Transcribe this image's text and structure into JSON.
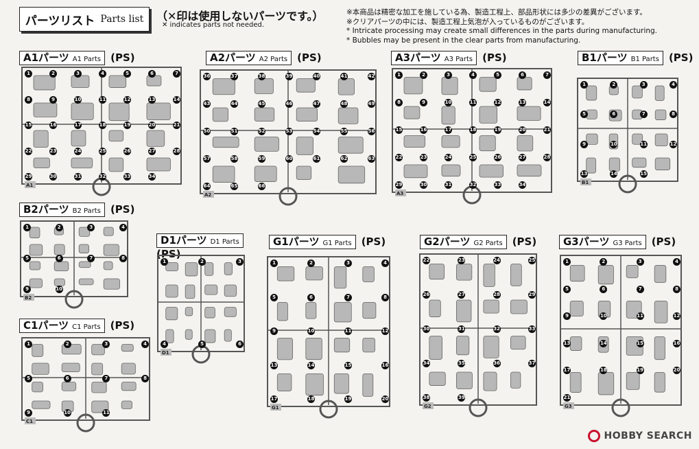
{
  "header": {
    "title_jp": "パーツリスト",
    "title_en": "Parts list",
    "note_jp": "（✕印は使用しないパーツです。）",
    "note_en": "✕ indicates parts not needed."
  },
  "notice": [
    "※本商品は精密な加工を施している為、製造工程上、部品形状には多少の差異がございます。",
    "※クリアパーツの中には、製造工程上気泡が入っているものがございます。",
    "* Intricate processing may create small differences in the parts during manufacturing.",
    "* Bubbles may be present in the clear parts from manufacturing."
  ],
  "sections": {
    "a1": {
      "jp": "A1パーツ",
      "en": "A1 Parts",
      "ps": "(PS)",
      "tag": "A1",
      "numbers": [
        "1",
        "2",
        "3",
        "4",
        "5",
        "6",
        "7",
        "8",
        "9",
        "10",
        "11",
        "12",
        "13",
        "14",
        "15",
        "16",
        "17",
        "18",
        "19",
        "20",
        "21",
        "22",
        "23",
        "24",
        "25",
        "26",
        "27",
        "28",
        "29",
        "30",
        "31",
        "32",
        "33",
        "34"
      ]
    },
    "a2": {
      "jp": "A2パーツ",
      "en": "A2 Parts",
      "ps": "(PS)",
      "tag": "A2",
      "numbers": [
        "36",
        "37",
        "38",
        "39",
        "40",
        "41",
        "42",
        "43",
        "44",
        "45",
        "46",
        "47",
        "48",
        "49",
        "50",
        "51",
        "52",
        "53",
        "54",
        "55",
        "56",
        "57",
        "58",
        "59",
        "60",
        "61",
        "62",
        "63",
        "64",
        "65",
        "66"
      ]
    },
    "a3": {
      "jp": "A3パーツ",
      "en": "A3 Parts",
      "ps": "(PS)",
      "tag": "A3",
      "numbers": [
        "1",
        "2",
        "3",
        "4",
        "5",
        "6",
        "7",
        "8",
        "9",
        "10",
        "11",
        "12",
        "13",
        "14",
        "15",
        "16",
        "17",
        "18",
        "19",
        "20",
        "21",
        "22",
        "23",
        "24",
        "25",
        "26",
        "27",
        "28",
        "29",
        "30",
        "31",
        "32",
        "33",
        "34"
      ]
    },
    "b1": {
      "jp": "B1パーツ",
      "en": "B1 Parts",
      "ps": "(PS)",
      "tag": "B1",
      "numbers": [
        "1",
        "2",
        "3",
        "4",
        "5",
        "6",
        "7",
        "8",
        "9",
        "10",
        "11",
        "12",
        "13",
        "14",
        "15"
      ]
    },
    "b2": {
      "jp": "B2パーツ",
      "en": "B2 Parts",
      "ps": "(PS)",
      "tag": "B2",
      "numbers": [
        "1",
        "2",
        "3",
        "4",
        "5",
        "6",
        "7",
        "8",
        "9",
        "10"
      ]
    },
    "c1": {
      "jp": "C1パーツ",
      "en": "C1 Parts",
      "ps": "(PS)",
      "tag": "C1",
      "numbers": [
        "1",
        "2",
        "3",
        "4",
        "5",
        "6",
        "7",
        "8",
        "9",
        "10",
        "11"
      ]
    },
    "d1": {
      "jp": "D1パーツ",
      "en": "D1 Parts",
      "ps": "(PS)",
      "tag": "D1",
      "numbers": [
        "1",
        "2",
        "3",
        "4",
        "5",
        "6"
      ]
    },
    "g1": {
      "jp": "G1パーツ",
      "en": "G1 Parts",
      "ps": "(PS)",
      "tag": "G1",
      "numbers": [
        "1",
        "2",
        "3",
        "4",
        "5",
        "6",
        "7",
        "8",
        "9",
        "10",
        "11",
        "12",
        "13",
        "14",
        "15",
        "16",
        "17",
        "18",
        "19",
        "20"
      ]
    },
    "g2": {
      "jp": "G2パーツ",
      "en": "G2 Parts",
      "ps": "(PS)",
      "tag": "G2",
      "numbers": [
        "22",
        "23",
        "24",
        "25",
        "26",
        "27",
        "28",
        "29",
        "30",
        "31",
        "32",
        "33",
        "34",
        "35",
        "36",
        "37",
        "38",
        "39"
      ]
    },
    "g3": {
      "jp": "G3パーツ",
      "en": "G3 Parts",
      "ps": "(PS)",
      "tag": "G3",
      "numbers": [
        "1",
        "2",
        "3",
        "4",
        "5",
        "6",
        "7",
        "8",
        "9",
        "10",
        "11",
        "12",
        "13",
        "14",
        "15",
        "16",
        "17",
        "18",
        "19",
        "20",
        "21"
      ]
    }
  },
  "watermark": {
    "brand": "HOBBY SEARCH"
  },
  "colors": {
    "runner": "#555555",
    "part": "#b8b8b8",
    "badge": "#111111",
    "watermark_ring": "#c8102e"
  }
}
